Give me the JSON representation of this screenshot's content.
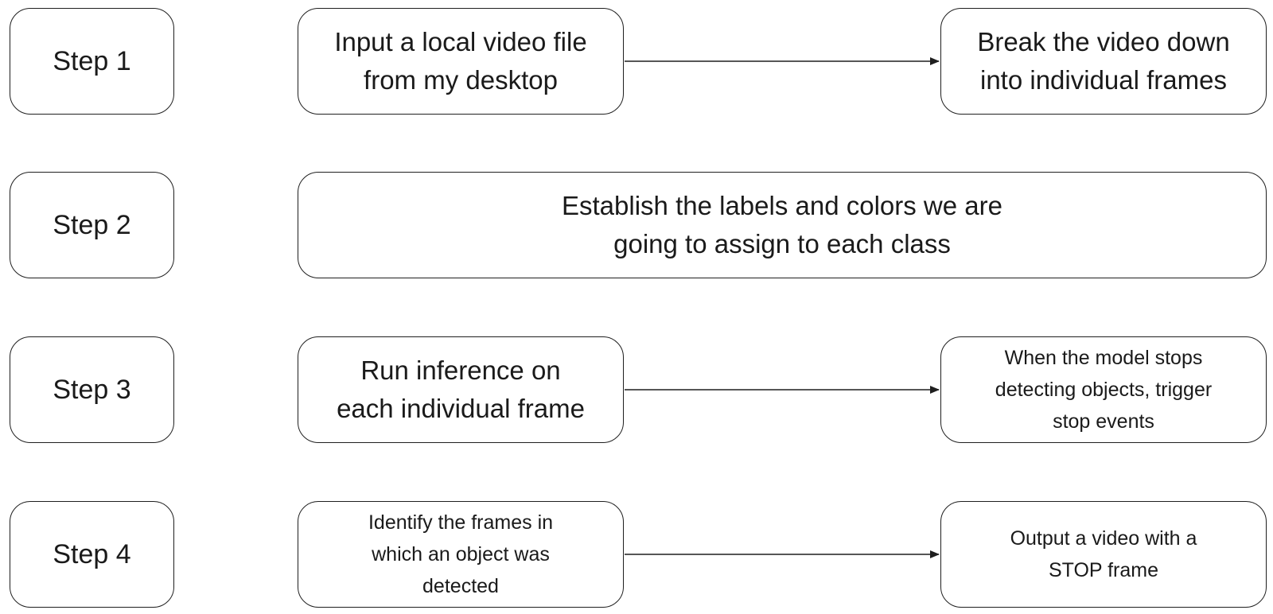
{
  "steps": [
    {
      "label": "Step 1"
    },
    {
      "label": "Step 2"
    },
    {
      "label": "Step 3"
    },
    {
      "label": "Step 4"
    }
  ],
  "flow": {
    "step1": {
      "from": "Input a local video file\nfrom my desktop",
      "to": "Break the video down\ninto individual frames"
    },
    "step2": {
      "single": "Establish the labels and colors we are\ngoing to assign to each class"
    },
    "step3": {
      "from": "Run inference on\neach individual frame",
      "to": "When the model stops\ndetecting objects, trigger\nstop events"
    },
    "step4": {
      "from": "Identify the frames in\nwhich an object was\ndetected",
      "to": "Output a video with a\nSTOP frame"
    }
  },
  "colors": {
    "stroke": "#1f1f1f",
    "text": "#1a1a1a",
    "background": "#ffffff"
  }
}
